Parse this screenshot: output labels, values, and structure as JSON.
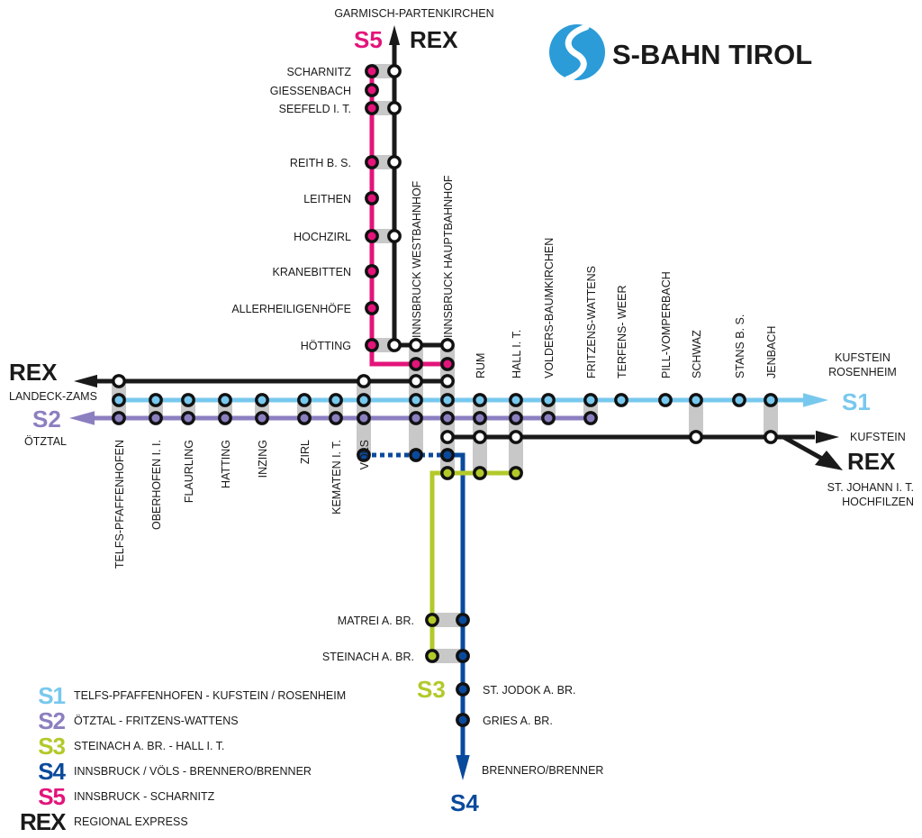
{
  "brand": {
    "title": "S-BAHN TIROL",
    "logo_color": "#2b9cd8"
  },
  "colors": {
    "S1": "#78c8ee",
    "S2": "#8c7fc0",
    "S3": "#b3c92a",
    "S4": "#0a4a9c",
    "S5": "#e3147a",
    "REX": "#1a1a1a",
    "interchange": "#c8c8c8"
  },
  "terminals": {
    "north_destination": "GARMISCH-PARTENKIRCHEN",
    "north_s5": "S5",
    "north_rex": "REX",
    "west_rex": "REX",
    "west_rex_destination": "LANDECK-ZAMS",
    "west_s2": "S2",
    "west_s2_destination": "ÖTZTAL",
    "east_s1_destination_1": "KUFSTEIN",
    "east_s1_destination_2": "ROSENHEIM",
    "east_s1": "S1",
    "east_rex_destination": "KUFSTEIN",
    "east_rex": "REX",
    "east_rex_branch_1": "ST. JOHANN I. T.",
    "east_rex_branch_2": "HOCHFILZEN",
    "south_s3": "S3",
    "south_s4_destination": "BRENNERO/BRENNER",
    "south_s4": "S4"
  },
  "stations": {
    "north": [
      "SCHARNITZ",
      "GIESSENBACH",
      "SEEFELD I. T.",
      "REITH B. S.",
      "LEITHEN",
      "HOCHZIRL",
      "KRANEBITTEN",
      "ALLERHEILIGENHÖFE",
      "HÖTTING"
    ],
    "west": [
      "TELFS-PFAFFENHOFEN",
      "OBERHOFEN I. I.",
      "FLAURLING",
      "HATTING",
      "INZING",
      "ZIRL",
      "KEMATEN I. T.",
      "VÖLS"
    ],
    "center": [
      "INNSBRUCK WESTBAHNHOF",
      "INNSBRUCK HAUPTBAHNHOF"
    ],
    "east": [
      "RUM",
      "HALL I. T.",
      "VOLDERS-BAUMKIRCHEN",
      "FRITZENS-WATTENS",
      "TERFENS- WEER",
      "PILL-VOMPERBACH",
      "SCHWAZ",
      "STANS B. S.",
      "JENBACH"
    ],
    "south": [
      "MATREI A. BR.",
      "STEINACH A. BR.",
      "ST. JODOK A. BR.",
      "GRIES A. BR."
    ]
  },
  "legend": [
    {
      "code": "S1",
      "description": "TELFS-PFAFFENHOFEN - KUFSTEIN / ROSENHEIM",
      "color": "#78c8ee"
    },
    {
      "code": "S2",
      "description": "ÖTZTAL - FRITZENS-WATTENS",
      "color": "#8c7fc0"
    },
    {
      "code": "S3",
      "description": "STEINACH A. BR. - HALL I. T.",
      "color": "#b3c92a"
    },
    {
      "code": "S4",
      "description": "INNSBRUCK / VÖLS - BRENNERO/BRENNER",
      "color": "#0a4a9c"
    },
    {
      "code": "S5",
      "description": "INNSBRUCK - SCHARNITZ",
      "color": "#e3147a"
    },
    {
      "code": "REX",
      "description": "REGIONAL EXPRESS",
      "color": "#1a1a1a"
    }
  ]
}
